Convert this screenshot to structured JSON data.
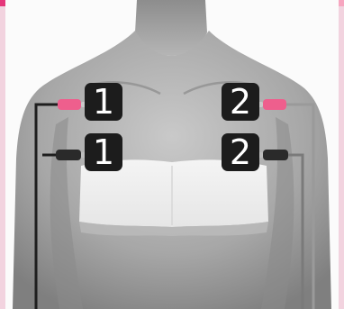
{
  "electrodes": [
    {
      "id": "1",
      "cable_color": "pink"
    },
    {
      "id": "2",
      "cable_color": "pink"
    },
    {
      "id": "1",
      "cable_color": "black"
    },
    {
      "id": "2",
      "cable_color": "black"
    }
  ],
  "colors": {
    "accent": "#e5367a",
    "header": "#f7a6c0",
    "pink_connector": "#ee5f8d",
    "black_connector": "#2a2a2a",
    "badge_bg": "#1c1c1c",
    "badge_text": "#ffffff"
  },
  "icons": [
    "pink-electrode-connector-icon",
    "black-electrode-connector-icon"
  ]
}
